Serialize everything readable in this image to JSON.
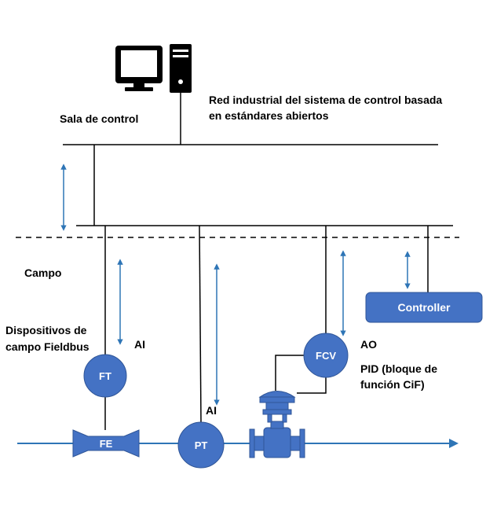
{
  "labels": {
    "control_room": "Sala de control",
    "network_line1": "Red industrial del sistema de control basada",
    "network_line2": "en estándares abiertos",
    "field": "Campo",
    "devices_line1": "Dispositivos de",
    "devices_line2": "campo Fieldbus",
    "ai_ft": "AI",
    "ai_pt": "AI",
    "ao": "AO",
    "pid_line1": "PID (bloque de",
    "pid_line2": "función CiF)"
  },
  "nodes": {
    "ft": "FT",
    "fe": "FE",
    "pt": "PT",
    "fcv": "FCV",
    "controller": "Controller"
  },
  "icons": {
    "computer": "computer-monitor-tower-icon",
    "arrow": "double-headed-arrow-icon"
  },
  "colors": {
    "node_fill": "#4472c4",
    "node_stroke": "#2f5597",
    "arrow": "#2e75b6",
    "line": "#000000"
  }
}
